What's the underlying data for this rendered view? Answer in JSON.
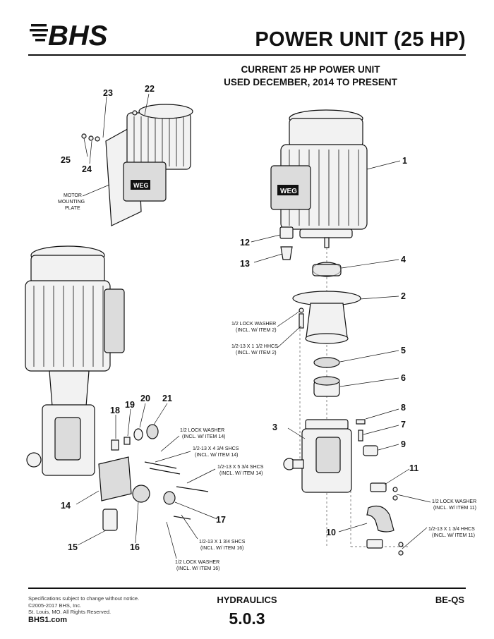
{
  "header": {
    "logo_text": "BHS",
    "title": "POWER UNIT (25 HP)",
    "subtitle_line1": "CURRENT 25 HP POWER UNIT",
    "subtitle_line2": "USED DECEMBER, 2014 TO PRESENT"
  },
  "callouts": {
    "n1": "1",
    "n2": "2",
    "n3": "3",
    "n4": "4",
    "n5": "5",
    "n6": "6",
    "n7": "7",
    "n8": "8",
    "n9": "9",
    "n10": "10",
    "n11": "11",
    "n12": "12",
    "n13": "13",
    "n14": "14",
    "n15": "15",
    "n16": "16",
    "n17": "17",
    "n18": "18",
    "n19": "19",
    "n20": "20",
    "n21": "21",
    "n22": "22",
    "n23": "23",
    "n24": "24",
    "n25": "25"
  },
  "notes": {
    "motor_plate": [
      "MOTOR",
      "MOUNTING",
      "PLATE"
    ],
    "lock_washer_item2": [
      "1/2 LOCK WASHER",
      "(INCL. W/ ITEM 2)"
    ],
    "hhcs_item2": [
      "1/2-13 X 1 1/2 HHCS",
      "(INCL. W/ ITEM 2)"
    ],
    "lock_washer_item14": [
      "1/2 LOCK WASHER",
      "(INCL. W/ ITEM 14)"
    ],
    "shcs_4_item14": [
      "1/2-13 X 4 3/4 SHCS",
      "(INCL. W/ ITEM 14)"
    ],
    "shcs_5_item14": [
      "1/2-13 X 5 3/4 SHCS",
      "(INCL. W/ ITEM 14)"
    ],
    "shcs_1_item16": [
      "1/2-13 X 1 3/4 SHCS",
      "(INCL. W/ ITEM 16)"
    ],
    "lock_washer_item16": [
      "1/2 LOCK WASHER",
      "(INCL. W/ ITEM 16)"
    ],
    "lock_washer_item11": [
      "1/2 LOCK WASHER",
      "(INCL. W/ ITEM 11)"
    ],
    "hhcs_item11": [
      "1/2-13 X 1 3/4 HHCS",
      "(INCL. W/ ITEM 11)"
    ],
    "motor_brand": "WEG"
  },
  "footer": {
    "line1": "Specifications subject to change without notice.",
    "line2": "©2005-2017 BHS, Inc.",
    "line3": "St. Louis, MO.  All Rights Reserved.",
    "site": "BHS1.com",
    "section": "HYDRAULICS",
    "page": "5.0.3",
    "code": "BE-QS"
  }
}
